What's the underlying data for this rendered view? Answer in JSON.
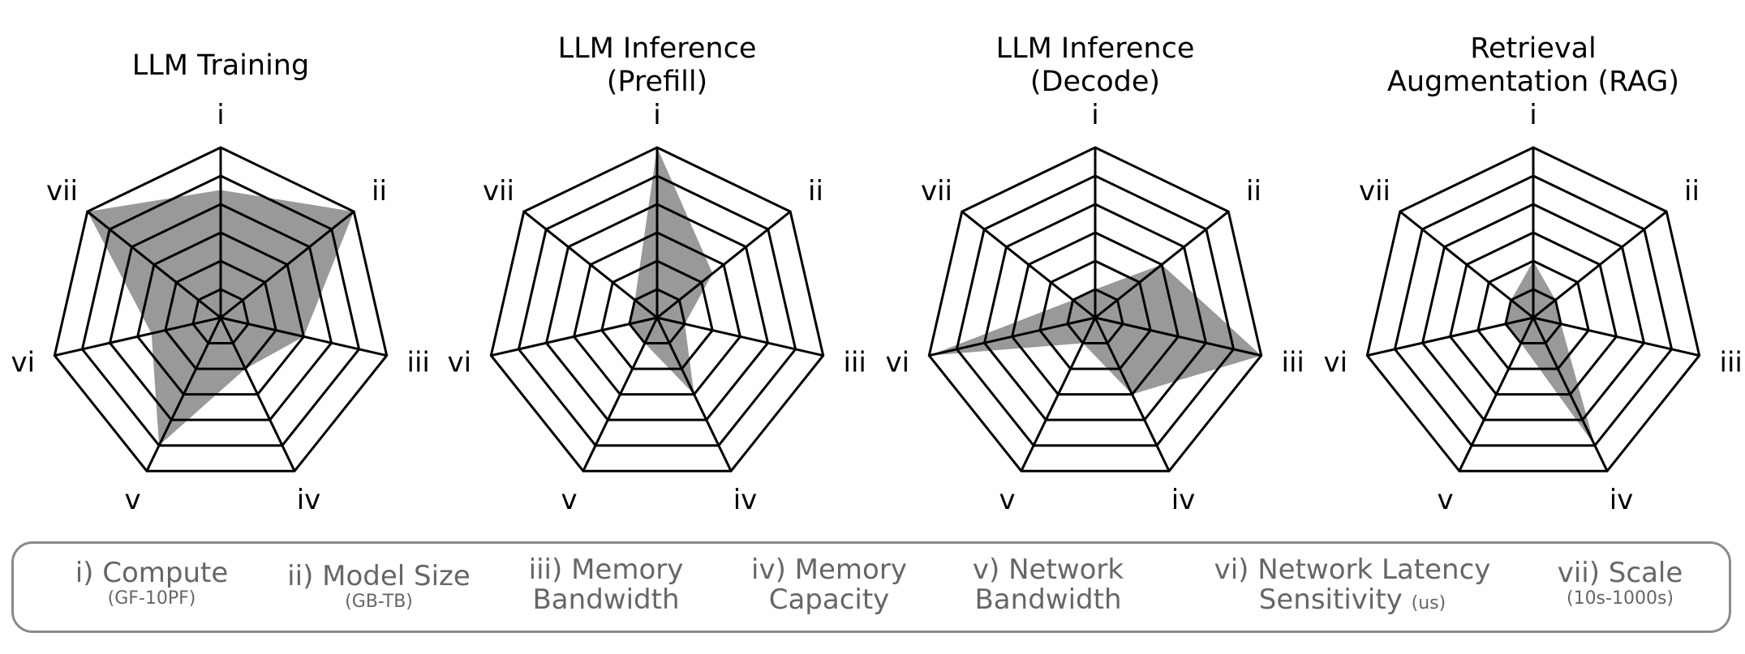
{
  "chart_data": [
    {
      "type": "radar",
      "title": [
        "LLM Training"
      ],
      "axes": [
        "i",
        "ii",
        "iii",
        "iv",
        "v",
        "vi",
        "vii"
      ],
      "rings": 6,
      "range": [
        0,
        6
      ],
      "values": [
        4.5,
        6,
        3,
        2,
        5,
        2.5,
        6
      ]
    },
    {
      "type": "radar",
      "title": [
        "LLM Inference",
        "(Prefill)"
      ],
      "axes": [
        "i",
        "ii",
        "iii",
        "iv",
        "v",
        "vi",
        "vii"
      ],
      "rings": 6,
      "range": [
        0,
        6
      ],
      "values": [
        6,
        2.5,
        1,
        3,
        1,
        1,
        1
      ]
    },
    {
      "type": "radar",
      "title": [
        "LLM Inference",
        "(Decode)"
      ],
      "axes": [
        "i",
        "ii",
        "iii",
        "iv",
        "v",
        "vi",
        "vii"
      ],
      "rings": 6,
      "range": [
        0,
        6
      ],
      "values": [
        1,
        3,
        6,
        3,
        1,
        6,
        1
      ]
    },
    {
      "type": "radar",
      "title": [
        "Retrieval",
        "Augmentation (RAG)"
      ],
      "axes": [
        "i",
        "ii",
        "iii",
        "iv",
        "v",
        "vi",
        "vii"
      ],
      "rings": 6,
      "range": [
        0,
        6
      ],
      "values": [
        2,
        1,
        1,
        5,
        1,
        1,
        1
      ]
    }
  ],
  "legend": {
    "items": [
      {
        "main": "i) Compute",
        "sub": "(GF-10PF)"
      },
      {
        "main": "ii) Model Size",
        "sub": "(GB-TB)"
      },
      {
        "main": "iii) Memory",
        "line2": "Bandwidth"
      },
      {
        "main": "iv) Memory",
        "line2": "Capacity"
      },
      {
        "main": "v) Network",
        "line2": "Bandwidth"
      },
      {
        "main": "vi) Network Latency",
        "line2": "Sensitivity",
        "unit": "(us)"
      },
      {
        "main": "vii) Scale",
        "sub": "(10s-1000s)"
      }
    ]
  },
  "colors": {
    "grid": "#000000",
    "fill": "#999999",
    "legend_text": "#666666",
    "legend_border": "#8a8a8a"
  }
}
